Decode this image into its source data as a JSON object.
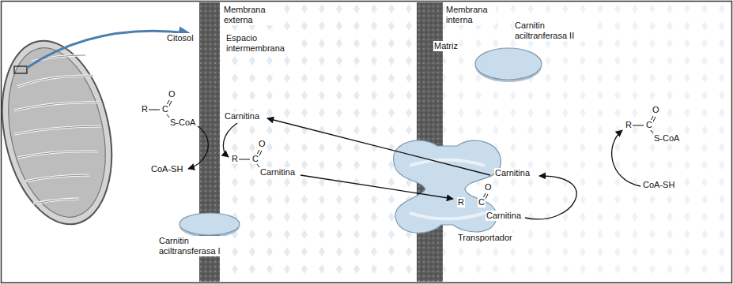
{
  "diagram": {
    "nodes": [
      {
        "text": [
          "Carnitin aciltranferasa II"
        ]
      },
      {
        "text": [
          "Transportador"
        ]
      },
      {
        "text": [
          "Carnitin aciltransferasa I"
        ]
      }
    ],
    "labels": [
      "Membrana externa",
      "Membrana interna",
      "Citosol",
      "Espacio intermembrana",
      "Matriz",
      "R",
      "C",
      "O",
      "S-CoA",
      "Carnitina",
      "CoA-SH",
      "R",
      "C",
      "O",
      "Carnitina",
      "Carnitina",
      "R",
      "C",
      "O",
      "Carnitina",
      "R",
      "C",
      "O",
      "S-CoA",
      "CoA-SH"
    ]
  }
}
